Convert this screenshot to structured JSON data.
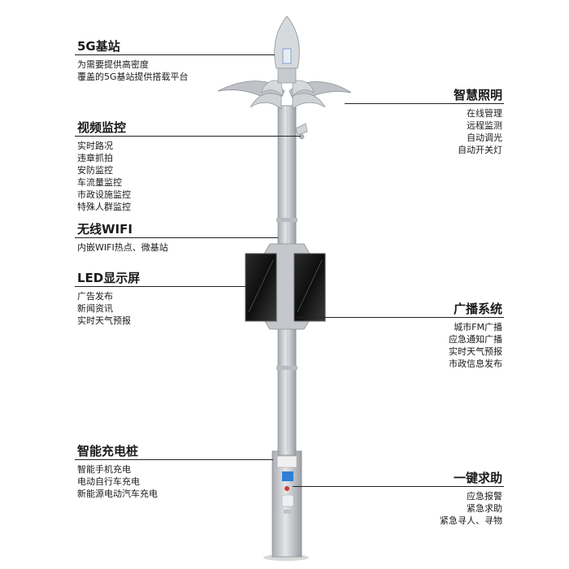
{
  "colors": {
    "pole": "#c9ccd0",
    "pole_shadow": "#9a9ea3",
    "screen": "#141414",
    "text": "#1a1a1a",
    "leader": "#222222",
    "accent_blue": "#2f7fd4",
    "accent_red": "#d23b3b"
  },
  "features": [
    {
      "id": "5g",
      "title": "5G基站",
      "items": [
        "为需要提供高密度",
        "覆盖的5G基站提供搭载平台"
      ]
    },
    {
      "id": "lighting",
      "title": "智慧照明",
      "items": [
        "在线管理",
        "远程监测",
        "自动调光",
        "自动开关灯"
      ]
    },
    {
      "id": "video",
      "title": "视频监控",
      "items": [
        "实时路况",
        "违章抓拍",
        "安防监控",
        "车流量监控",
        "市政设施监控",
        "特殊人群监控"
      ]
    },
    {
      "id": "wifi",
      "title": "无线WIFI",
      "items": [
        "内嵌WIFI热点、微基站"
      ]
    },
    {
      "id": "led",
      "title": "LED显示屏",
      "items": [
        "广告发布",
        "新闻资讯",
        "实时天气预报"
      ]
    },
    {
      "id": "broadcast",
      "title": "广播系统",
      "items": [
        "城市FM广播",
        "应急通知广播",
        "实时天气预报",
        "市政信息发布"
      ]
    },
    {
      "id": "charging",
      "title": "智能充电桩",
      "items": [
        "智能手机充电",
        "电动自行车充电",
        "新能源电动汽车充电"
      ]
    },
    {
      "id": "sos",
      "title": "一键求助",
      "items": [
        "应急报警",
        "紧急求助",
        "紧急寻人、寻物"
      ]
    }
  ]
}
